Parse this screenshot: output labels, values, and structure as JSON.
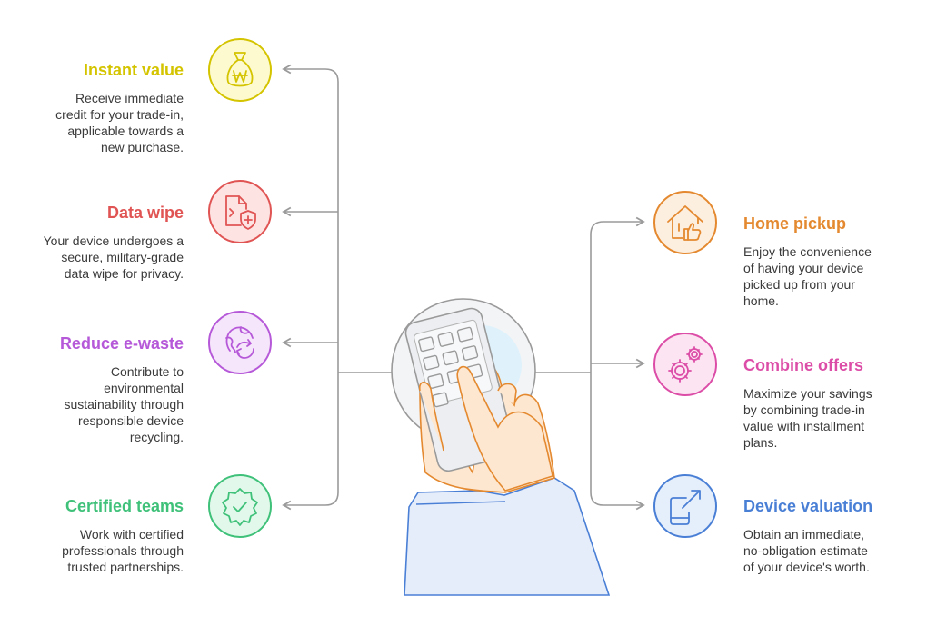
{
  "left_items": [
    {
      "title": "Instant value",
      "desc": [
        "Receive immediate",
        "credit for your trade-in,",
        "applicable towards a",
        "new purchase."
      ],
      "color": "#d4c400",
      "fill": "#fdfad0",
      "icon": "money-bag-icon"
    },
    {
      "title": "Data wipe",
      "desc": [
        "Your device undergoes a",
        "secure, military-grade",
        "data wipe for privacy."
      ],
      "color": "#e05454",
      "fill": "#fde3e1",
      "icon": "document-shield-icon"
    },
    {
      "title": "Reduce e-waste",
      "desc": [
        "Contribute to",
        "environmental",
        "sustainability through",
        "responsible device",
        "recycling."
      ],
      "color": "#b659d9",
      "fill": "#f6e6fb",
      "icon": "globe-recycle-icon"
    },
    {
      "title": "Certified teams",
      "desc": [
        "Work with certified",
        "professionals through",
        "trusted partnerships."
      ],
      "color": "#3fc17a",
      "fill": "#e1f8ea",
      "icon": "certified-badge-icon"
    }
  ],
  "right_items": [
    {
      "title": "Home pickup",
      "desc": [
        "Enjoy the convenience",
        "of having your device",
        "picked up from your",
        "home."
      ],
      "color": "#e4892f",
      "fill": "#fdefe0",
      "icon": "house-thumbs-up-icon"
    },
    {
      "title": "Combine offers",
      "desc": [
        "Maximize your savings",
        "by combining trade-in",
        "value with installment",
        "plans."
      ],
      "color": "#dc4da7",
      "fill": "#fce4f2",
      "icon": "gears-icon"
    },
    {
      "title": "Device valuation",
      "desc": [
        "Obtain an immediate,",
        "no-obligation estimate",
        "of your device's worth."
      ],
      "color": "#4a7fd6",
      "fill": "#e5eefb",
      "icon": "phone-trend-icon"
    }
  ],
  "center": {
    "icon": "hand-holding-phone-icon",
    "connector_color": "#9a9a9a"
  }
}
